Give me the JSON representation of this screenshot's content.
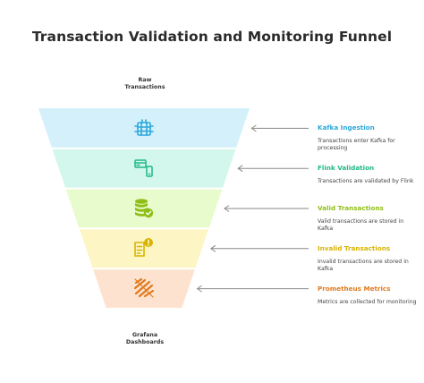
{
  "title": "Transaction Validation and Monitoring Funnel",
  "top_caption": "Raw\nTransactions",
  "bottom_caption": "Grafana\nDashboards",
  "stages": [
    {
      "label": "Kafka Ingestion",
      "description": "Transactions enter Kafka for processing",
      "color": "#2aa8d9",
      "fill": "#d3f0fb",
      "icon": "server-icon"
    },
    {
      "label": "Flink Validation",
      "description": "Transactions are validated by Flink",
      "color": "#1fb885",
      "fill": "#d3f7ec",
      "icon": "card-phone-icon"
    },
    {
      "label": "Valid Transactions",
      "description": "Valid transactions are stored in Kafka",
      "color": "#8fbf16",
      "fill": "#e8fbcd",
      "icon": "database-check-icon"
    },
    {
      "label": "Invalid Transactions",
      "description": "Invalid transactions are stored in Kafka",
      "color": "#d9b300",
      "fill": "#fdf6c4",
      "icon": "alert-list-icon"
    },
    {
      "label": "Prometheus Metrics",
      "description": "Metrics are collected for monitoring",
      "color": "#e07a1f",
      "fill": "#fde3cf",
      "icon": "metrics-stripes-icon"
    }
  ]
}
